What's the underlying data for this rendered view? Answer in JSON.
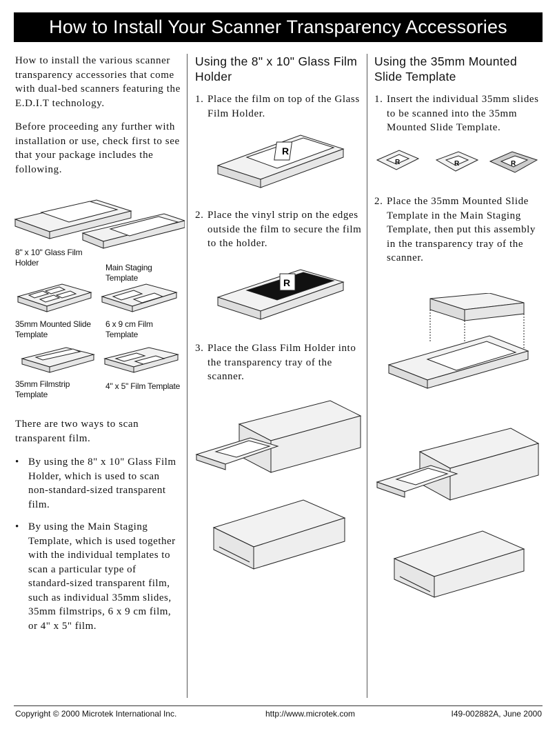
{
  "header": {
    "title": "How to Install Your Scanner Transparency Accessories"
  },
  "intro": {
    "p1": "How to install the various scanner transparency accessories that come with dual-bed scanners featuring the E.D.I.T technology.",
    "p2": "Before proceeding any further with installation or use, check first to see that your package includes the following."
  },
  "accessories": {
    "glass_holder": "8\" x 10\" Glass Film Holder",
    "main_staging": "Main Staging Template",
    "mounted_slide": "35mm Mounted Slide Template",
    "film_6x9": "6 x 9 cm Film Template",
    "filmstrip": "35mm Filmstrip Template",
    "film_4x5": "4\" x 5\" Film Template"
  },
  "ways": {
    "intro": "There are two ways to scan transparent film.",
    "bullet1": "By using the 8\" x 10\" Glass Film Holder, which is used to scan non-standard-sized transparent film.",
    "bullet2": "By using the Main Staging Template, which is used together with the individual templates to scan a particular type of standard-sized transparent film, such as individual 35mm slides, 35mm filmstrips, 6 x 9 cm film, or 4\" x 5\" film."
  },
  "glass_section": {
    "heading": "Using the 8\" x 10\" Glass Film Holder",
    "step1_num": "1.",
    "step1": "Place the film on top of the Glass Film Holder.",
    "step2_num": "2.",
    "step2": "Place the vinyl strip on the edges outside the film to secure the film to the holder.",
    "step3_num": "3.",
    "step3": "Place the Glass Film Holder into the transparency tray of the scanner."
  },
  "slide_section": {
    "heading": "Using the 35mm Mounted Slide Template",
    "step1_num": "1.",
    "step1": "Insert the individual 35mm slides to be scanned into the 35mm Mounted Slide Template.",
    "step2_num": "2.",
    "step2": "Place the 35mm Mounted Slide Template in the Main Staging Template, then put this assembly in the transparency tray of the scanner."
  },
  "footer": {
    "copyright": "Copyright © 2000 Microtek International Inc.",
    "url": "http://www.microtek.com",
    "doc_id": "I49-002882A, June 2000"
  }
}
